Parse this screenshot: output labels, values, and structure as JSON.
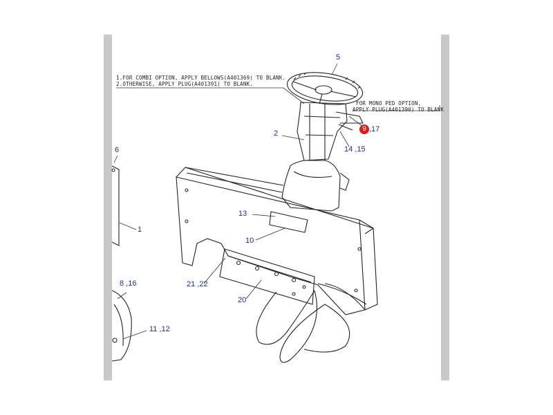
{
  "notes": {
    "combi_line1": "1.FOR COMBI OPTION, APPLY BELLOWS(A401369) TO BLANK.",
    "combi_line2": "2.OTHERWISE, APPLY PLUG(A401391) TO BLANK.",
    "mono_line1": "FOR MONO PED OPTION,",
    "mono_line2": "APPLY PLUG(A401390) TO BLANK"
  },
  "callouts": {
    "c5": "5",
    "c2": "2",
    "c6": "6",
    "c1": "1",
    "c13": "13",
    "c10": "10",
    "c8_16": "8 ,16",
    "c21_22": "21 ,22",
    "c20": "20",
    "c11_12": "11 ,12",
    "c14_15": "14 ,15",
    "c9": "9",
    "c17": ",17"
  },
  "colors": {
    "callout": "#1c2f8a",
    "highlight": "#d41f1f",
    "frame": "#c8c8c8"
  }
}
